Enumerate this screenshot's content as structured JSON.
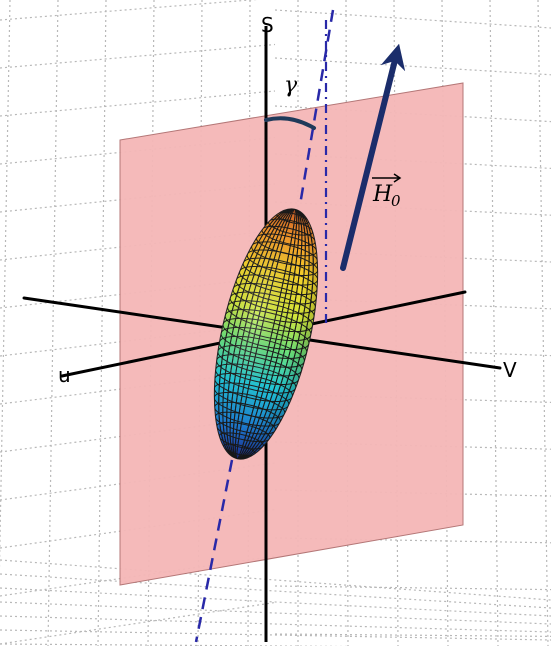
{
  "labels": {
    "s_axis": "S",
    "u_axis": "u",
    "v_axis": "V",
    "angle": "γ",
    "field_symbol": "H",
    "field_subscript": "0"
  },
  "colors": {
    "plane_fill": "#f5b7b7",
    "axis": "#000000",
    "ellipsoid_axis_dashed": "#2929a8",
    "field_arrow": "#1b2d6b",
    "angle_arc": "#1f3a5a",
    "grid": "#b8b8b8",
    "ellipsoid_colormap": [
      "#1f2f9f",
      "#1d7fcf",
      "#21c8d8",
      "#6be07a",
      "#d8e83a",
      "#f4d12b",
      "#f49a2a",
      "#c85a25"
    ]
  },
  "icons": {
    "field_vector_arrow": "arrow-up-right-icon",
    "vector_overbar": "right-arrow-icon"
  }
}
